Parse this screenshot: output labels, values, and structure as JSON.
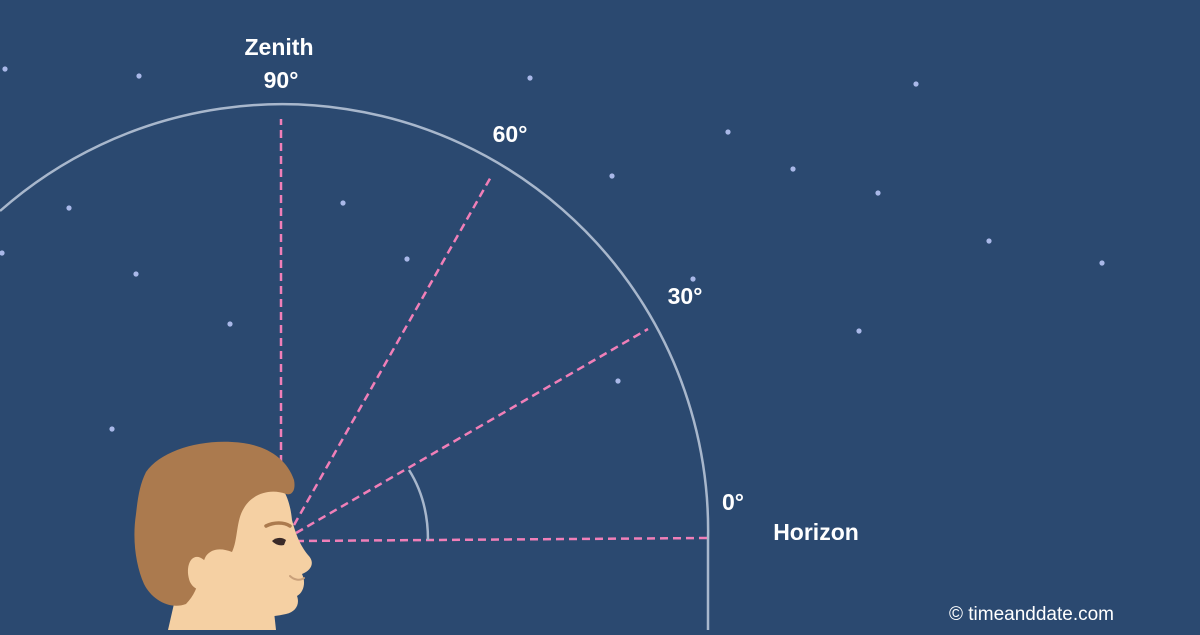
{
  "colors": {
    "sky": "#2b4970",
    "star": "#a9b8e8",
    "arc": "#a8b7cc",
    "dash": "#f07fb8",
    "skin": "#f5d0a3",
    "hair": "#ab7a4e",
    "text": "#ffffff"
  },
  "labels": {
    "zenith": "Zenith",
    "deg90": "90°",
    "deg60": "60°",
    "deg30": "30°",
    "deg0": "0°",
    "horizon": "Horizon"
  },
  "credit": "© timeanddate.com",
  "altitude_lines_deg": [
    0,
    30,
    60,
    90
  ]
}
